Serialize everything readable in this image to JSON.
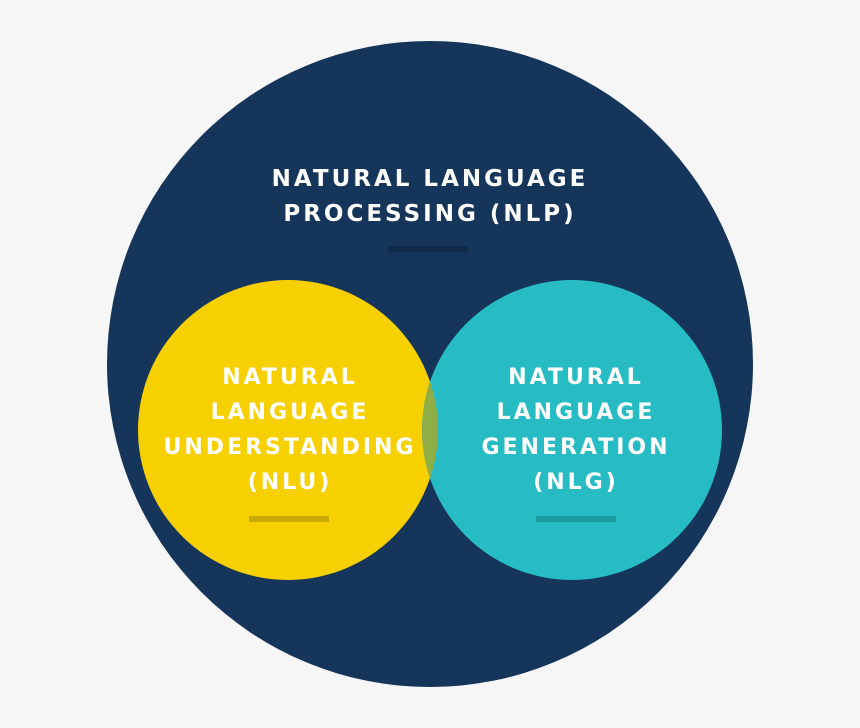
{
  "diagram": {
    "outer": {
      "title_lines": [
        "NATURAL LANGUAGE",
        "PROCESSING (NLP)"
      ],
      "color": "#15355a",
      "underline_color": "#102a49"
    },
    "left": {
      "title_lines": [
        "NATURAL",
        "LANGUAGE",
        "UNDERSTANDING",
        "(NLU)"
      ],
      "color": "#f7d002",
      "underline_color": "#c9aa08"
    },
    "right": {
      "title_lines": [
        "NATURAL",
        "LANGUAGE",
        "GENERATION",
        "(NLG)"
      ],
      "color": "#27bcc3",
      "underline_color": "#1e9aa1"
    },
    "overlap_color": "#8fae46",
    "background": "#f6f6f7"
  }
}
